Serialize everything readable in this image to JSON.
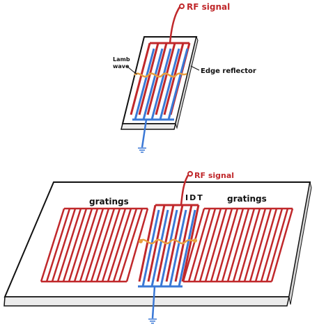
{
  "top_diagram": {
    "rf_label": "RF signal",
    "lamb_wave_label_line1": "Lamb",
    "lamb_wave_label_line2": "wave",
    "edge_reflector_label": "Edge reflector"
  },
  "bottom_diagram": {
    "rf_label": "RF signal",
    "idt_label": "IDT",
    "left_grating_label": "gratings",
    "right_grating_label": "gratings"
  },
  "colors": {
    "red": "#c0282b",
    "blue": "#3a78d6",
    "orange": "#e8a040",
    "outline": "#111111",
    "substrate": "#ffffff",
    "substrate_side": "#e8e8e8"
  }
}
